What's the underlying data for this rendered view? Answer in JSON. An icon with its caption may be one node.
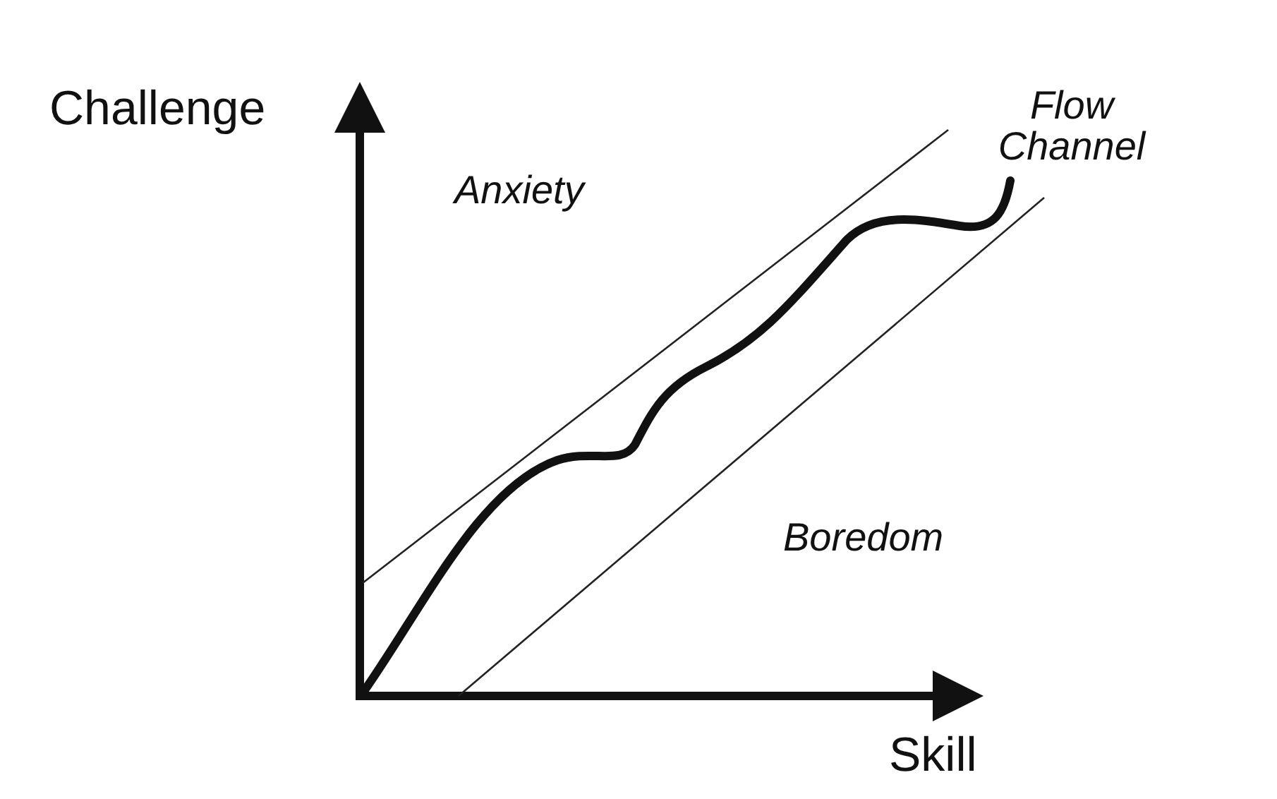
{
  "diagram": {
    "labels": [
      "Challenge",
      "Flow Channel",
      "Anxiety",
      "Boredom",
      "Skill"
    ]
  }
}
